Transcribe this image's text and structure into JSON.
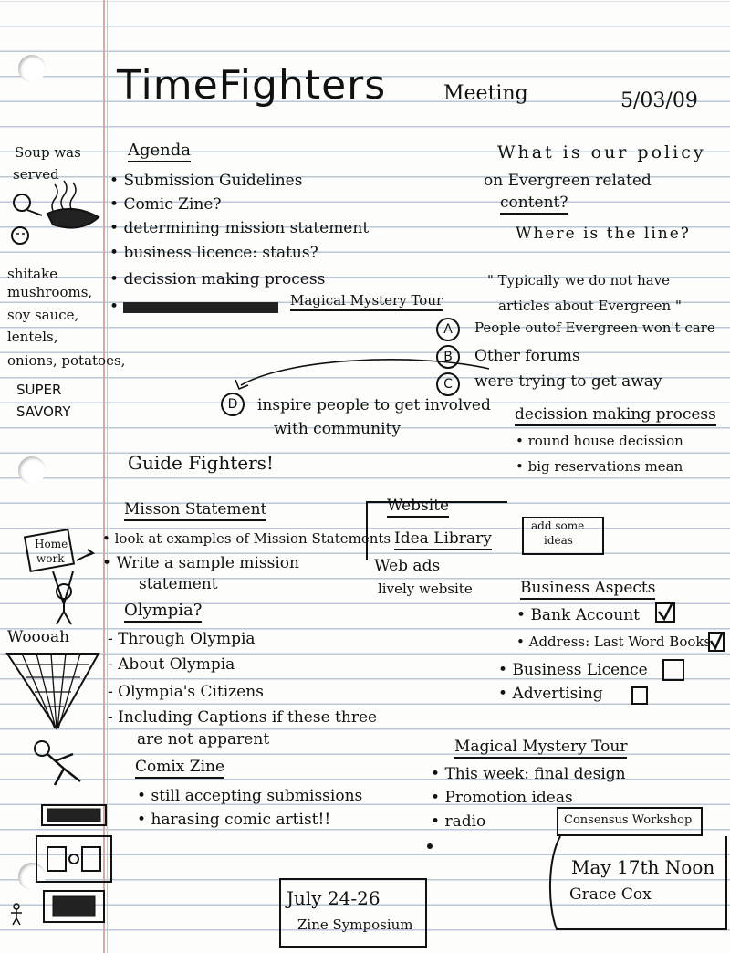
{
  "header": {
    "title": "TimeFighters",
    "meeting": "Meeting",
    "date": "5/03/09"
  },
  "sidebar_notes": {
    "soup": [
      "Soup was",
      "served"
    ],
    "ingredients": [
      "shitake",
      "mushrooms,",
      "soy sauce,",
      "lentels,",
      "onions, potatoes,"
    ],
    "verdict": [
      "SUPER",
      "SAVORY"
    ],
    "homework": [
      "Home",
      "work"
    ],
    "wooah": "Woooah"
  },
  "agenda": {
    "heading": "Agenda",
    "items": [
      "Submission Guidelines",
      "Comic Zine?",
      "determining mission statement",
      "business licence: status?",
      "decission making process",
      "Magical Mystery Tour"
    ]
  },
  "inspire": {
    "marker": "D",
    "lines": [
      "inspire people to get involved",
      "with community"
    ]
  },
  "guide_fighters": "Guide Fighters!",
  "policy": {
    "question": [
      "What is our policy",
      "on Evergreen related",
      "content?"
    ],
    "sub_question": "Where is the line?",
    "quote": [
      "\" Typically we do not have",
      "articles about Evergreen \""
    ],
    "options": [
      {
        "marker": "A",
        "text": "People outof Evergreen won't care"
      },
      {
        "marker": "B",
        "text": "Other forums"
      },
      {
        "marker": "C",
        "text": "were trying to get away"
      }
    ]
  },
  "decision_process": {
    "heading": "decission making process",
    "items": [
      "round house decission",
      "big reservations mean"
    ]
  },
  "mission_statement": {
    "heading": "Misson Statement",
    "items": [
      "look at examples of Mission Statements",
      "Write a sample mission",
      "statement"
    ]
  },
  "olympia": {
    "heading": "Olympia?",
    "items": [
      "Through Olympia",
      "About Olympia",
      "Olympia's Citizens",
      "Including Captions if these three",
      "are not apparent"
    ]
  },
  "comix_zine": {
    "heading": "Comix Zine",
    "items": [
      "still accepting submissions",
      "harasing comic artist!!"
    ]
  },
  "website": {
    "heading": "Website",
    "idea_library": "Idea Library",
    "add_ideas": [
      "add some",
      "ideas"
    ],
    "items": [
      "Web ads",
      "lively website"
    ]
  },
  "business": {
    "heading": "Business Aspects",
    "items": [
      {
        "text": "Bank Account",
        "checked": true
      },
      {
        "text": "Address: Last Word Books",
        "checked": true
      },
      {
        "text": "Business Licence",
        "checked": false
      },
      {
        "text": "Advertising",
        "checked": false
      }
    ]
  },
  "mystery_tour": {
    "heading": "Magical Mystery Tour",
    "items": [
      "This week: final design",
      "Promotion ideas",
      "radio"
    ]
  },
  "consensus": {
    "label": "Consensus Workshop",
    "when": "May 17th Noon",
    "who": "Grace Cox"
  },
  "zine_symposium": {
    "dates": "July 24-26",
    "label": "Zine Symposium"
  }
}
